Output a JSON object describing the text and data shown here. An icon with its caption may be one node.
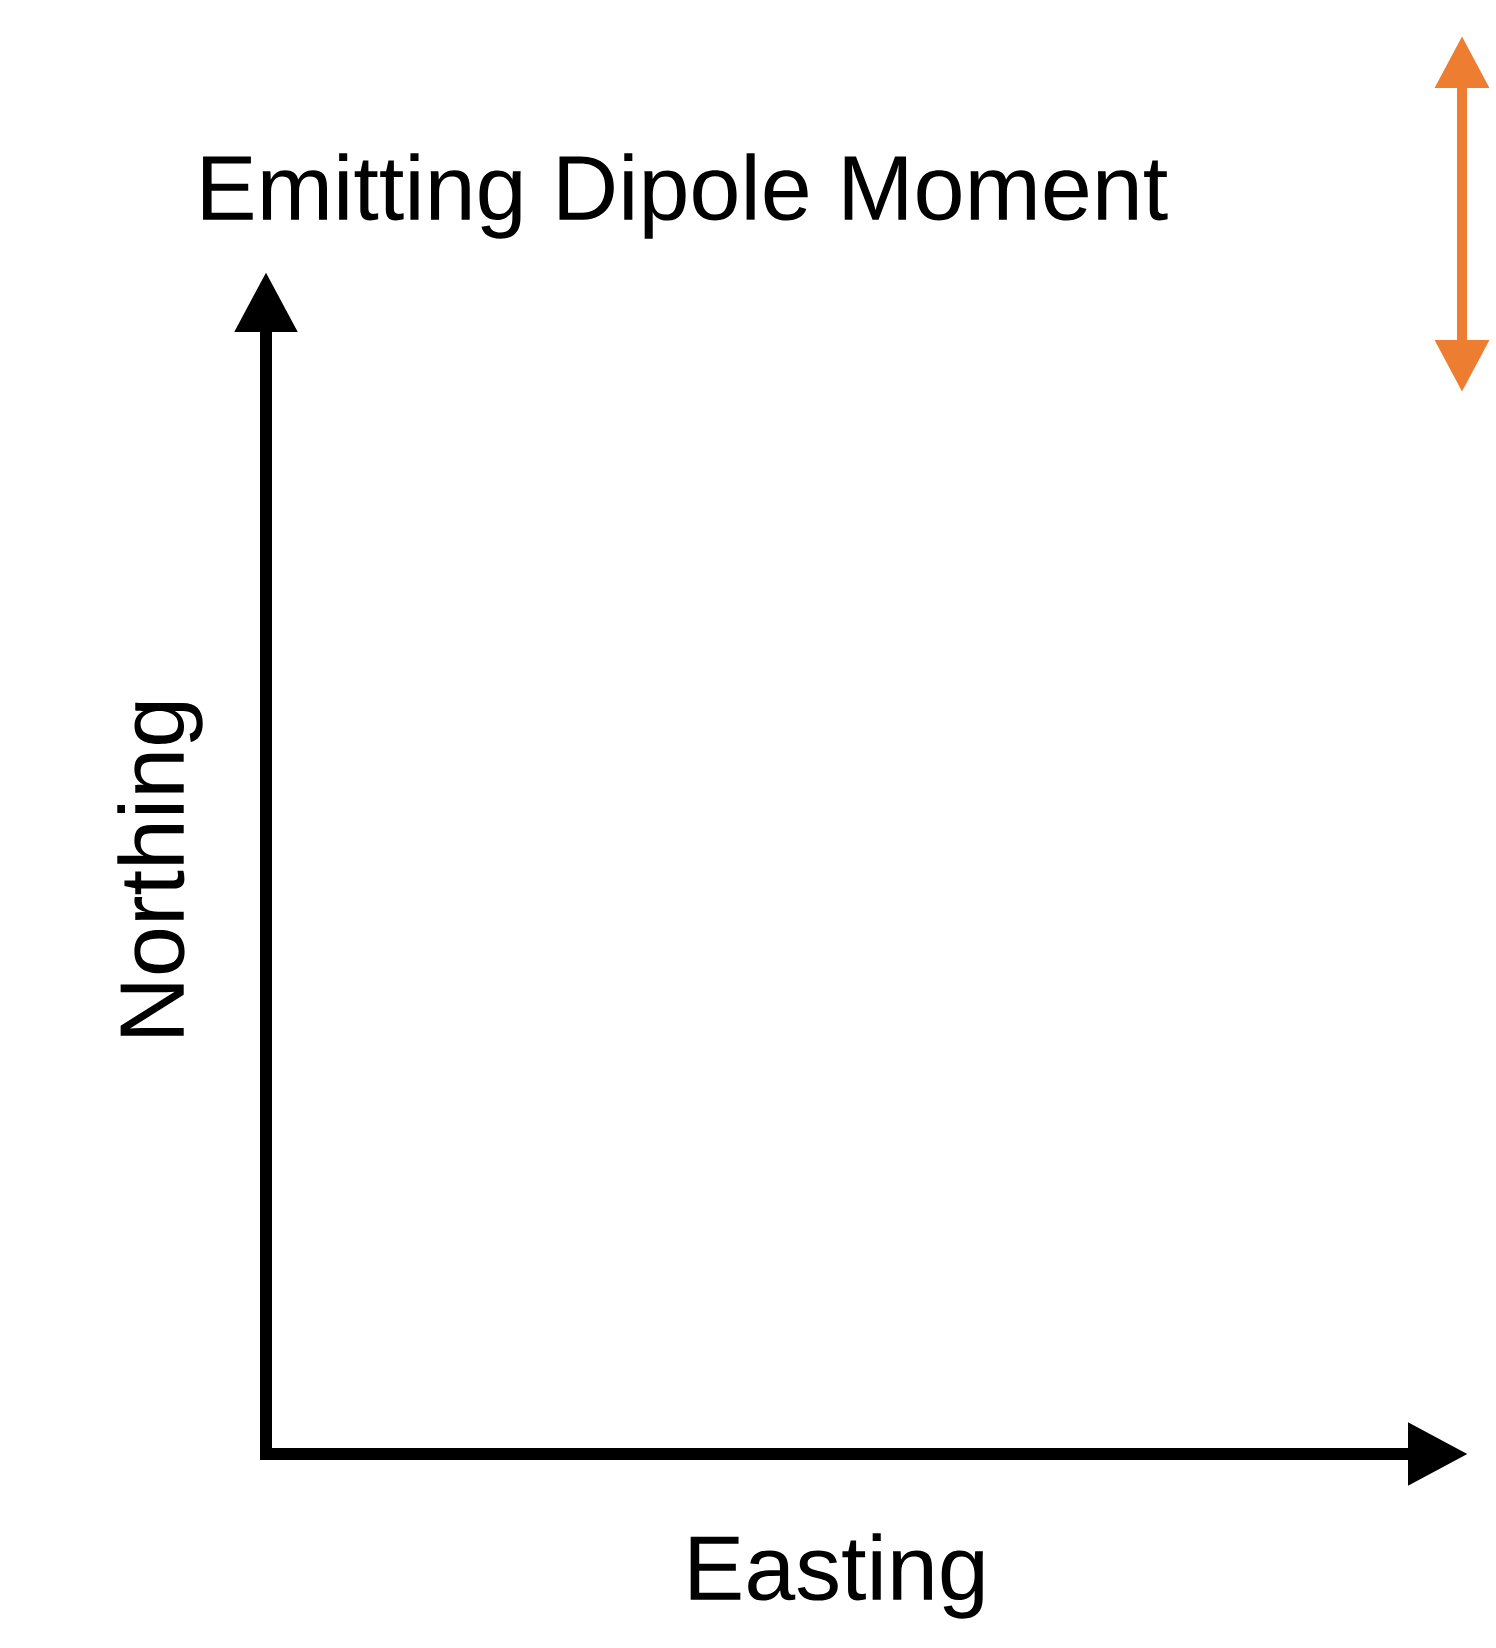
{
  "diagram": {
    "labels": [
      "Emitting Dipole Moment",
      "Northing",
      "Easting"
    ]
  }
}
